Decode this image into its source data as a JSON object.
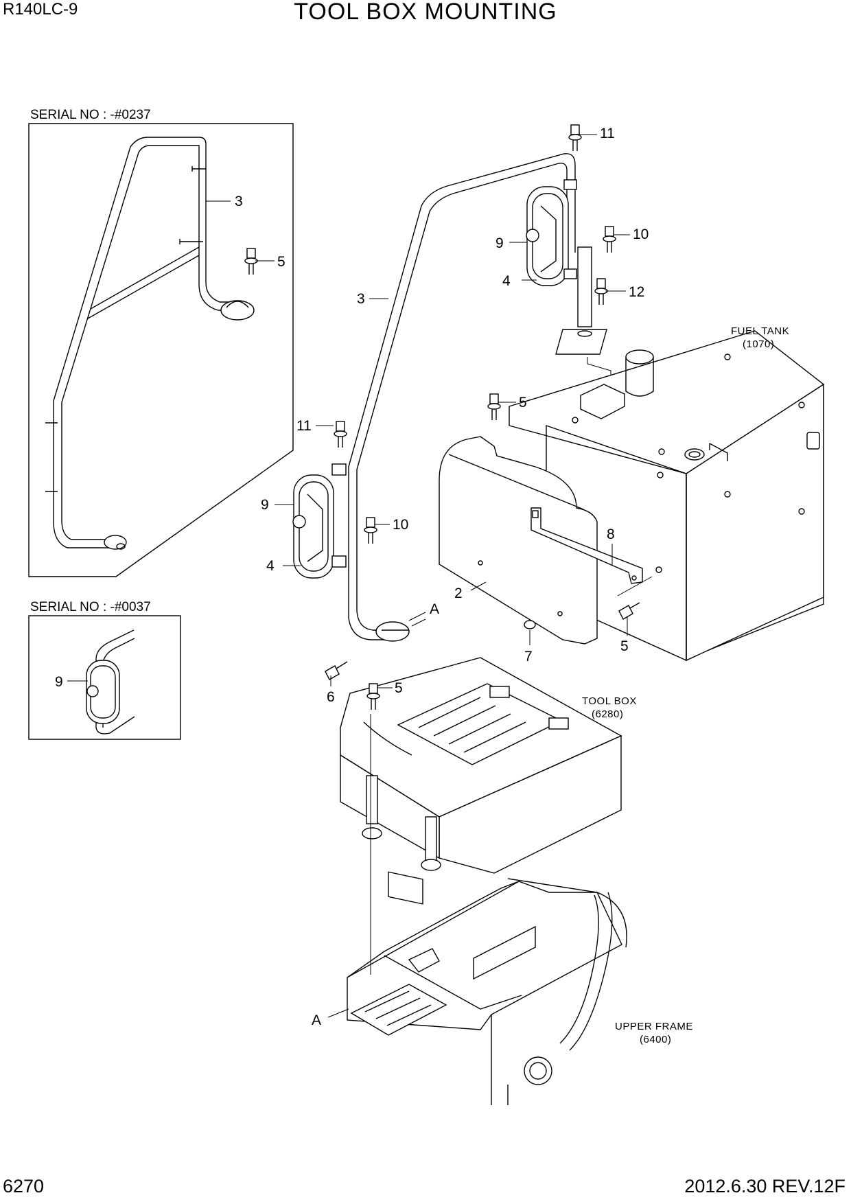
{
  "header": {
    "model": "R140LC-9",
    "title": "TOOL BOX MOUNTING"
  },
  "footer": {
    "page_number": "6270",
    "revision": "2012.6.30  REV.12F"
  },
  "insets": [
    {
      "serial_label": "SERIAL NO : -#0237",
      "callouts": [
        "3",
        "5"
      ]
    },
    {
      "serial_label": "SERIAL NO : -#0037",
      "callouts": [
        "9"
      ]
    }
  ],
  "callouts": [
    "11",
    "10",
    "12",
    "9",
    "4",
    "3",
    "5",
    "11",
    "9",
    "10",
    "4",
    "8",
    "2",
    "A",
    "7",
    "5",
    "6",
    "5",
    "A"
  ],
  "assemblies": {
    "fuel_tank": {
      "name": "FUEL TANK",
      "code": "(1070)"
    },
    "tool_box": {
      "name": "TOOL BOX",
      "code": "(6280)"
    },
    "upper_frame": {
      "name": "UPPER FRAME",
      "code": "(6400)"
    }
  }
}
